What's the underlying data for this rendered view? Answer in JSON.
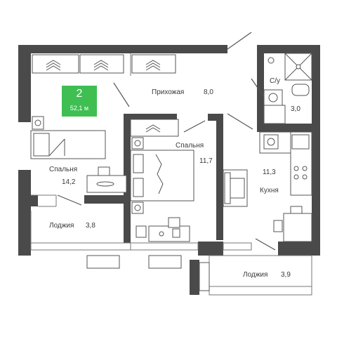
{
  "apartment": {
    "rooms": "2",
    "area": "52,1 м",
    "accent_color": "#3fbf52"
  },
  "rooms": {
    "hall": {
      "name": "Прихожая",
      "area": "8,0"
    },
    "bedroom_left": {
      "name": "Спальня",
      "area": "14,2"
    },
    "bedroom_center": {
      "name": "Спальня",
      "area": "11,7"
    },
    "bathroom": {
      "name": "С/у",
      "area": "3,0"
    },
    "kitchen": {
      "name": "Кухня",
      "area": "11,3"
    },
    "loggia_left": {
      "name": "Лоджия",
      "area": "3,8"
    },
    "loggia_right": {
      "name": "Лоджия",
      "area": "3,9"
    }
  },
  "colors": {
    "wall": "#4a4a4a",
    "fixture_stroke": "#555555",
    "label": "#3a3a3a"
  }
}
